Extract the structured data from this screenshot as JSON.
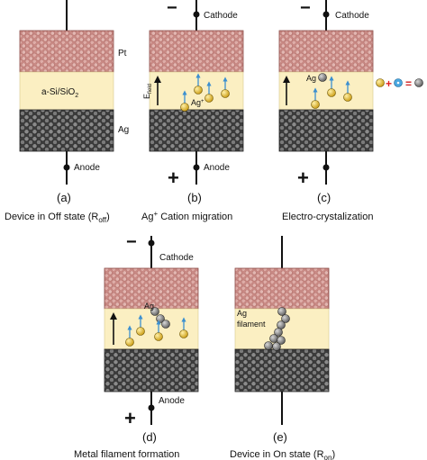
{
  "colors": {
    "pt_fill": "#c98a85",
    "pt_grain": "#e6c2be",
    "si_fill": "#fbefc2",
    "ag_fill": "#454545",
    "ag_grain": "#8d8d8d",
    "ion_gold": "#e0b51a",
    "arrow_blue": "#3b8fd0",
    "wire": "#111111",
    "plus_sign": "#e02020",
    "equals_sign": "#d02020",
    "electron_blue": "#4aa6df"
  },
  "panels": [
    {
      "letter": "(a)",
      "caption": "Device in Off state (R",
      "caption_sub": "off",
      "caption_tail": ")",
      "cathode_label": "",
      "anode_label": "Anode",
      "pt_label": "Pt",
      "oxide_label": "a-Si/SiO",
      "oxide_sub": "2",
      "ag_label": "Ag"
    },
    {
      "letter": "(b)",
      "caption": "Ag",
      "caption_sup": "+",
      "caption_tail": " Cation migration",
      "cathode_label": "Cathode",
      "anode_label": "Anode",
      "minus_sign": "−",
      "plus_sign": "+",
      "field_label": "E",
      "field_sub": "field",
      "ion_label": "Ag",
      "ion_sup": "+"
    },
    {
      "letter": "(c)",
      "caption": "Electro-crystalization",
      "cathode_label": "Cathode",
      "minus_sign": "−",
      "plus_sign": "+",
      "ag_label": "Ag",
      "equation_plus": "+",
      "equation_equals": "="
    },
    {
      "letter": "(d)",
      "caption": "Metal filament formation",
      "cathode_label": "Cathode",
      "anode_label": "Anode",
      "minus_sign": "−",
      "plus_sign": "+",
      "ag_label": "Ag"
    },
    {
      "letter": "(e)",
      "caption": "Device in On state (R",
      "caption_sub": "on",
      "caption_tail": ")",
      "filament_label_1": "Ag",
      "filament_label_2": "filament"
    }
  ]
}
